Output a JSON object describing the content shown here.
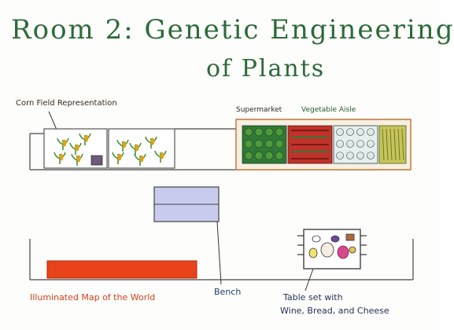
{
  "title": {
    "line1": "Room 2: Genetic Engineering",
    "line2": "of Plants"
  },
  "labels": {
    "corn_field": "Corn Field Representation",
    "supermarket": "Supermarket",
    "vegetable_aisle": "Vegetable Aisle",
    "map": "Illuminated Map of the World",
    "bench": "Bench",
    "table_line1": "Table set with",
    "table_line2": "Wine, Bread, and Cheese"
  },
  "colors": {
    "title": "#2c6a3a",
    "map_fill": "#e8431a",
    "bench_fill": "#c9cbef",
    "corn_plant": "#e0a21a",
    "corn_leaf": "#3a8a2a",
    "aisle_green": "#3c8a3a",
    "aisle_red": "#c0322a",
    "aisle_dark": "#2a4a3a",
    "aisle_yellow": "#c8c45a",
    "aisle_border": "#c87a3a"
  }
}
